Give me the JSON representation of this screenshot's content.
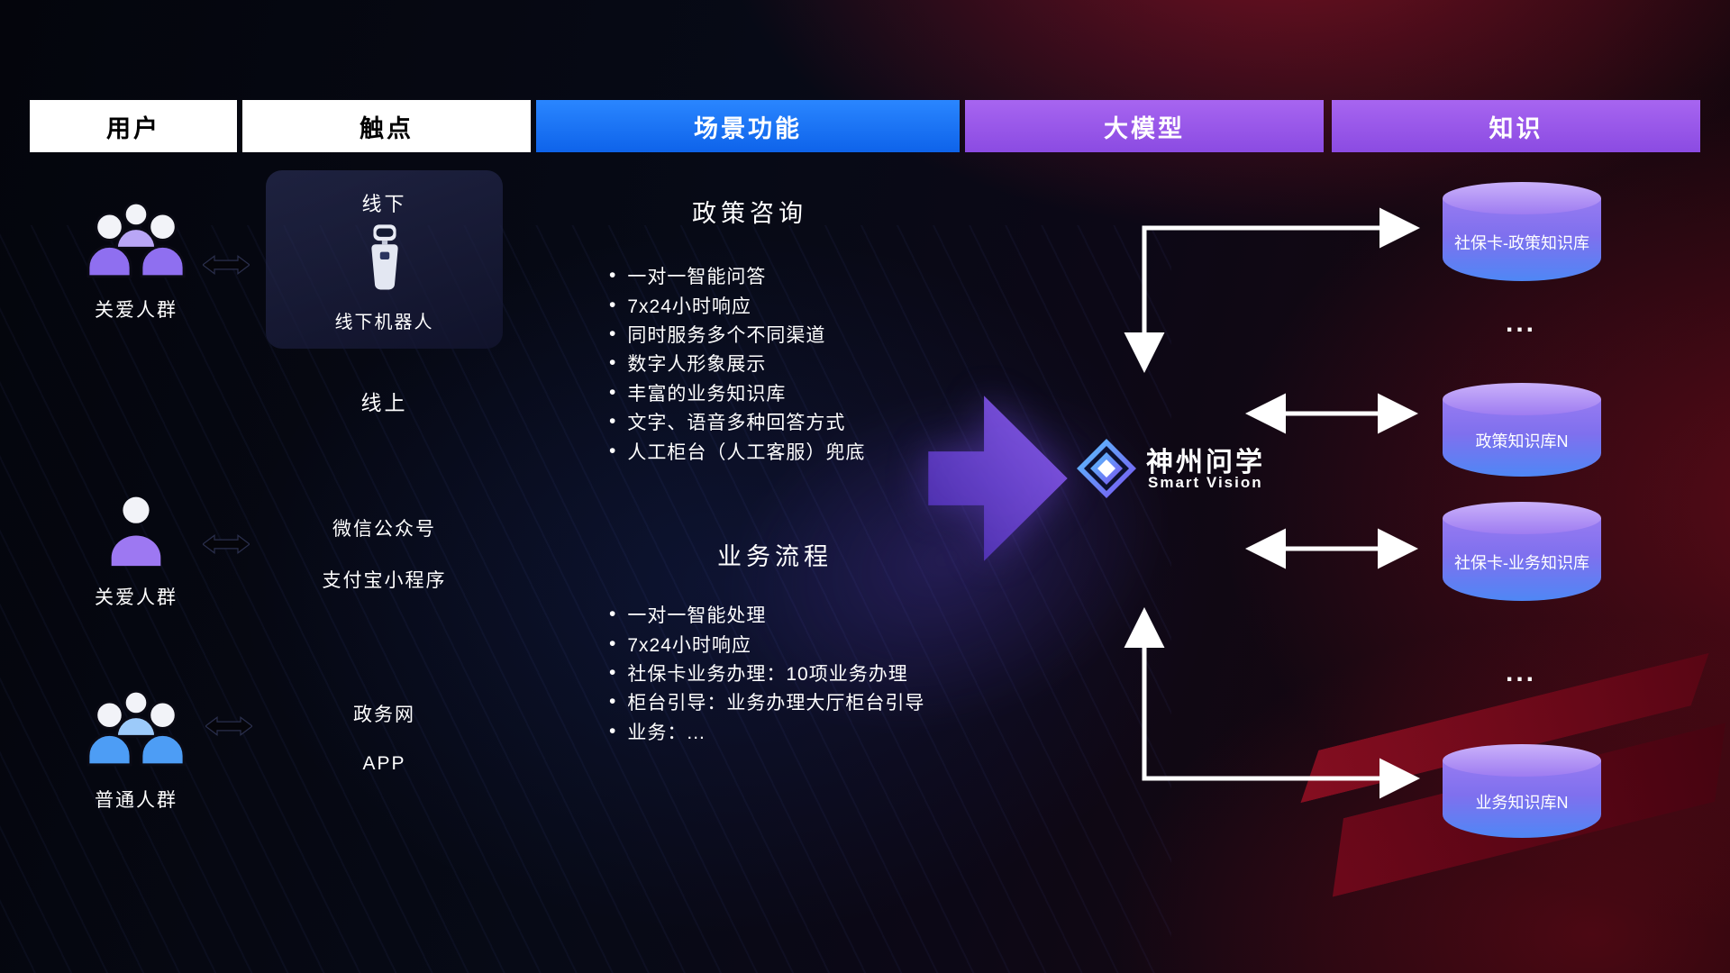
{
  "header": {
    "user": "用户",
    "touchpoint": "触点",
    "scene": "场景功能",
    "model": "大模型",
    "knowledge": "知识"
  },
  "users": [
    {
      "label": "关爱人群",
      "icon": "group-people-purple-icon"
    },
    {
      "label": "关爱人群",
      "icon": "single-person-purple-icon"
    },
    {
      "label": "普通人群",
      "icon": "group-people-blue-icon"
    }
  ],
  "touchpoints": {
    "offline_title": "线下",
    "offline_robot": "线下机器人",
    "online_title": "线上",
    "wechat": "微信公众号",
    "alipay": "支付宝小程序",
    "gov": "政务网",
    "app": "APP"
  },
  "scene": {
    "policy": {
      "title": "政策咨询",
      "items": [
        "一对一智能问答",
        "7x24小时响应",
        "同时服务多个不同渠道",
        "数字人形象展示",
        "丰富的业务知识库",
        "文字、语音多种回答方式",
        "人工柜台（人工客服）兜底"
      ]
    },
    "business": {
      "title": "业务流程",
      "items": [
        "一对一智能处理",
        "7x24小时响应",
        "社保卡业务办理：10项业务办理",
        "柜台引导：业务办理大厅柜台引导",
        "业务：..."
      ]
    }
  },
  "model": {
    "name": "神州问学",
    "subtitle": "Smart Vision",
    "logo_icon": "diamond-logo-icon"
  },
  "knowledge": {
    "db1": "社保卡-政策知识库",
    "ellipsis1": "...",
    "db2": "政策知识库N",
    "db3": "社保卡-业务知识库",
    "ellipsis2": "...",
    "db4": "业务知识库N"
  },
  "icons": {
    "robot": "service-robot-icon",
    "exchange": "double-headed-arrow-icon",
    "database": "database-cylinder-icon",
    "flow": "big-right-arrow-icon"
  },
  "colors": {
    "scene_header_blue": "#1673ff",
    "model_header_purple": "#9a55e8",
    "cylinder_purple": "#977bf1",
    "cylinder_blue": "#4f87f5",
    "arrow_white": "#ffffff",
    "background_red_glow": "#c81228"
  }
}
